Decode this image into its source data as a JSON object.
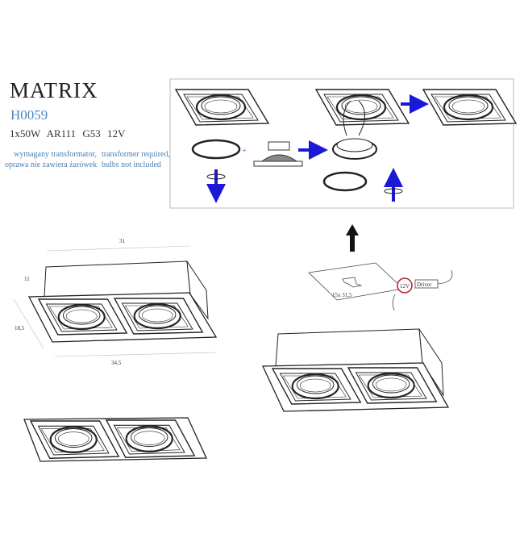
{
  "product": {
    "name": "MATRIX",
    "code": "H0059",
    "spec": "1x50W AR111 G53 12V",
    "note_pl": [
      "wymagany transformator,",
      "oprawa nie zawiera żarówek"
    ],
    "note_en": [
      "transformer required,",
      "bulbs not included"
    ]
  },
  "dimensions": {
    "length_top": "31",
    "height": "11",
    "depth": "18,5",
    "length_bottom": "34,5"
  },
  "transformer": {
    "size": "15x 31,5",
    "voltage": "12V",
    "driver": "Driver"
  },
  "colors": {
    "accent": "#4a86c0",
    "arrow_blue": "#1a1ad6",
    "voltage_circle": "#c0262c"
  }
}
